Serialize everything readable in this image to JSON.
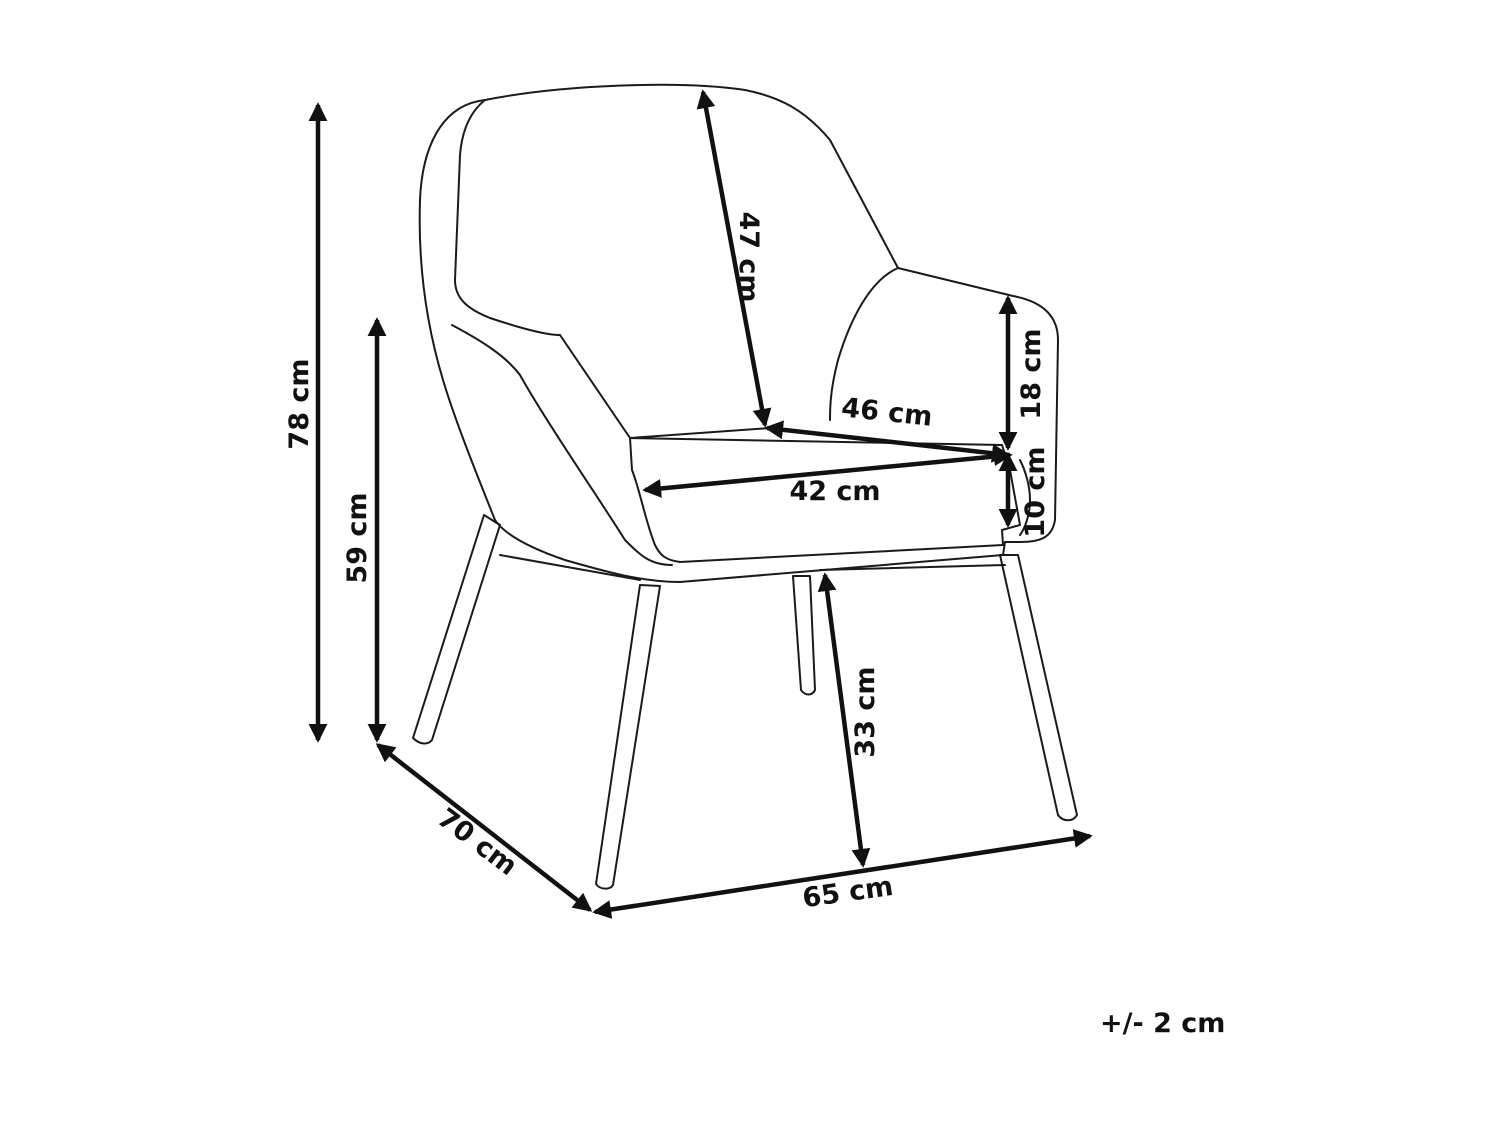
{
  "dimensions": {
    "total_height": "78 cm",
    "armrest_height": "59 cm",
    "depth": "70 cm",
    "width": "65 cm",
    "backrest_height": "47 cm",
    "seat_width": "46 cm",
    "seat_depth": "42 cm",
    "armrest_above_seat": "18 cm",
    "seat_thickness": "10 cm",
    "seat_height": "33 cm"
  },
  "tolerance": "+/- 2 cm",
  "colors": {
    "line": "#1a1a1a",
    "background": "#ffffff"
  }
}
